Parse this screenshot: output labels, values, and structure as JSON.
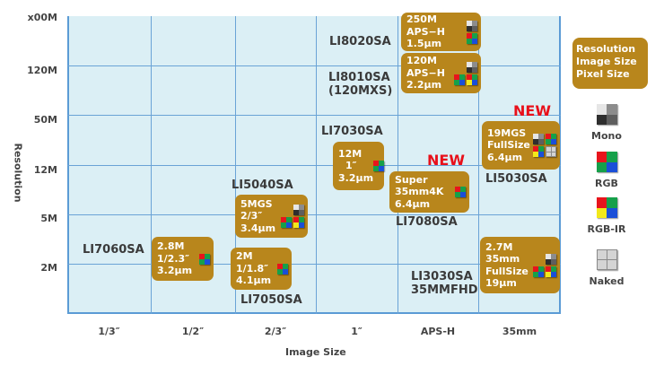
{
  "chart_data": {
    "type": "scatter",
    "xlabel": "Image Size",
    "ylabel": "Resolution",
    "x_ticks": [
      "1/3″",
      "1/2″",
      "2/3″",
      "1″",
      "APS-H",
      "35mm"
    ],
    "y_ticks": [
      "x00M",
      "120M",
      "50M",
      "12M",
      "5M",
      "2M"
    ],
    "grid": true,
    "legend": {
      "placement": "right",
      "key_lines": [
        "Resolution",
        "Image Size",
        "Pixel Size"
      ],
      "sensor_types": [
        {
          "id": "mono",
          "label": "Mono"
        },
        {
          "id": "rgb",
          "label": "RGB"
        },
        {
          "id": "rgbir",
          "label": "RGB-IR"
        },
        {
          "id": "naked",
          "label": "Naked"
        }
      ]
    },
    "new_label": "NEW",
    "products": [
      {
        "name": "LI7060SA",
        "lines": [
          "2.8M",
          "1/2.3″",
          "3.2µm"
        ],
        "sensors": [
          [
            "rgb"
          ]
        ],
        "new": false
      },
      {
        "name": "LI7050SA",
        "lines": [
          "2M",
          "1/1.8″",
          "4.1µm"
        ],
        "sensors": [
          [
            "rgb"
          ]
        ],
        "new": false
      },
      {
        "name": "LI5040SA",
        "lines": [
          "5MGS",
          "2/3″",
          "3.4µm"
        ],
        "sensors": [
          [
            "mono"
          ],
          [
            "rgb",
            "rgbir"
          ]
        ],
        "new": false
      },
      {
        "name": "LI7030SA",
        "lines": [
          "12M",
          "1″",
          "3.2µm"
        ],
        "sensors": [
          [
            "rgb"
          ]
        ],
        "new": false
      },
      {
        "name": "LI8020SA",
        "lines": [
          "250M",
          "APS−H",
          "1.5µm"
        ],
        "sensors": [
          [
            "mono"
          ],
          [
            "rgb"
          ]
        ],
        "new": false
      },
      {
        "name": "LI8010SA",
        "name2": "(120MXS)",
        "lines": [
          "120M",
          "APS−H",
          "2.2µm"
        ],
        "sensors": [
          [
            "mono"
          ],
          [
            "rgb",
            "rgbir"
          ]
        ],
        "new": false
      },
      {
        "name": "LI7080SA",
        "lines": [
          "Super",
          "35mm4K",
          "6.4µm"
        ],
        "sensors": [
          [
            "rgb"
          ]
        ],
        "new": true
      },
      {
        "name": "LI5030SA",
        "lines": [
          "19MGS",
          "FullSize",
          "6.4µm"
        ],
        "sensors": [
          [
            "mono",
            "rgb"
          ],
          [
            "rgbir",
            "naked"
          ]
        ],
        "new": true
      },
      {
        "name": "LI3030SA",
        "name2": "35MMFHD",
        "lines": [
          "2.7M",
          "35mm",
          "FullSize",
          "19µm"
        ],
        "sensors": [
          [
            "mono"
          ],
          [
            "rgb",
            "rgbir"
          ]
        ],
        "new": false
      }
    ]
  }
}
